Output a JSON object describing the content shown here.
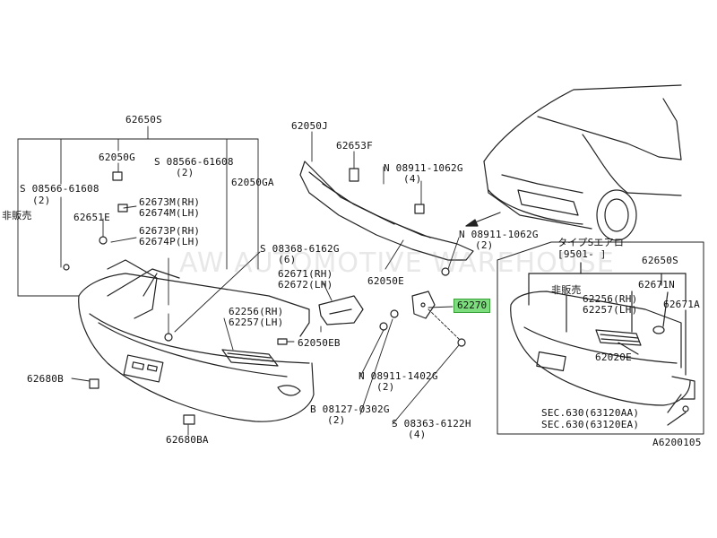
{
  "diagram_id": "A6200105",
  "watermark": "AW AUTOMOTIVE WAREHOUSE",
  "highlight_color": "#7ddc7d",
  "inset": {
    "type_label": "タイプSエアロ",
    "date_label": "[9501-     ]"
  },
  "labels": {
    "p62650s_main": "62650S",
    "p62050g": "62050G",
    "s08566_61608_top": "S 08566-61608",
    "qty_2_a": "(2)",
    "p62050ga": "62050GA",
    "s08566_61608_left": "S 08566-61608",
    "qty_2_b": "(2)",
    "not_sold_left": "非販売",
    "p62673m": "62673M(RH)",
    "p62674m": "62674M(LH)",
    "p62651e": "62651E",
    "p62673p": "62673P(RH)",
    "p62674p": "62674P(LH)",
    "p62050j": "62050J",
    "p62653f": "62653F",
    "n08911_1062g_top": "N 08911-1062G",
    "qty_4_a": "(4)",
    "n08911_1062g_mid": "N 08911-1062G",
    "qty_2_c": "(2)",
    "s08368_6162g": "S 08368-6162G",
    "qty_6": "(6)",
    "p62671": "62671(RH)",
    "p62672": "62672(LH)",
    "p62050e": "62050E",
    "p62270": "62270",
    "p62256_main": "62256(RH)",
    "p62257_main": "62257(LH)",
    "p62050eb": "62050EB",
    "p62680b": "62680B",
    "n08911_1402g": "N 08911-1402G",
    "qty_2_d": "(2)",
    "b08127_0302g": "B 08127-0302G",
    "qty_2_e": "(2)",
    "s08363_6122h": "S 08363-6122H",
    "qty_4_b": "(4)",
    "p62680ba": "62680BA",
    "p62650s_inset": "62650S",
    "not_sold_inset": "非販売",
    "p62671n": "62671N",
    "p62256_inset": "62256(RH)",
    "p62257_inset": "62257(LH)",
    "p62671a": "62671A",
    "p62020e": "62020E",
    "sec630_aa": "SEC.630(63120AA)",
    "sec630_ea": "SEC.630(63120EA)"
  }
}
